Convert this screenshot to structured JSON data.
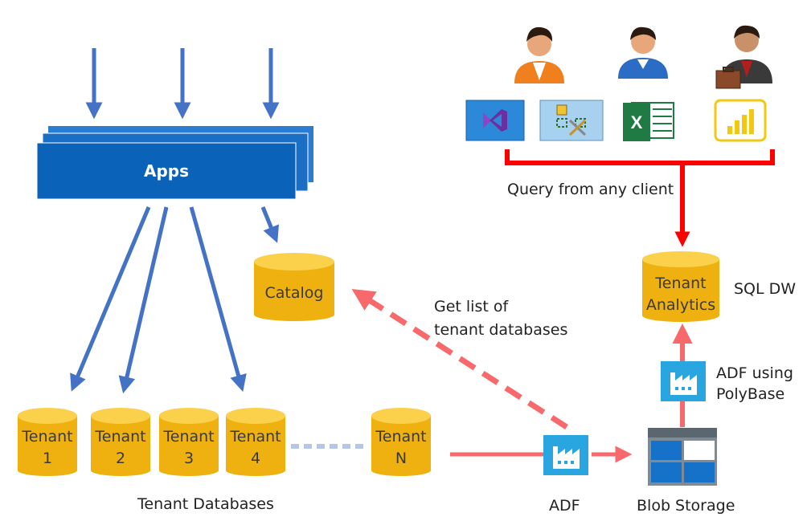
{
  "apps": {
    "label": "Apps"
  },
  "catalog": {
    "label": "Catalog"
  },
  "tenants": [
    {
      "line1": "Tenant",
      "line2": "1"
    },
    {
      "line1": "Tenant",
      "line2": "2"
    },
    {
      "line1": "Tenant",
      "line2": "3"
    },
    {
      "line1": "Tenant",
      "line2": "4"
    },
    {
      "line1": "Tenant",
      "line2": "N"
    }
  ],
  "tenant_databases_label": "Tenant Databases",
  "get_list_label": {
    "line1": "Get list of",
    "line2": "tenant databases"
  },
  "adf_label": "ADF",
  "blob_label": "Blob Storage",
  "adf_polybase_label": {
    "line1": "ADF using",
    "line2": "PolyBase"
  },
  "tenant_analytics": {
    "line1": "Tenant",
    "line2": "Analytics"
  },
  "sql_dw_label": "SQL DW",
  "query_label": "Query from any client",
  "clients": [
    {
      "icon": "visual-studio-icon"
    },
    {
      "icon": "data-tools-icon"
    },
    {
      "icon": "excel-icon",
      "glyph": "X"
    },
    {
      "icon": "power-bi-icon"
    }
  ],
  "users": [
    {
      "icon": "user-icon"
    },
    {
      "icon": "user-icon"
    },
    {
      "icon": "business-user-icon"
    }
  ],
  "colors": {
    "blue": "#4472c4",
    "apps_dark": "#0a63b8",
    "db_gold": "#efb10f",
    "db_top": "#fbd04a",
    "red": "#ff0000",
    "salmon": "#f8696b",
    "azure": "#29a5e0"
  }
}
